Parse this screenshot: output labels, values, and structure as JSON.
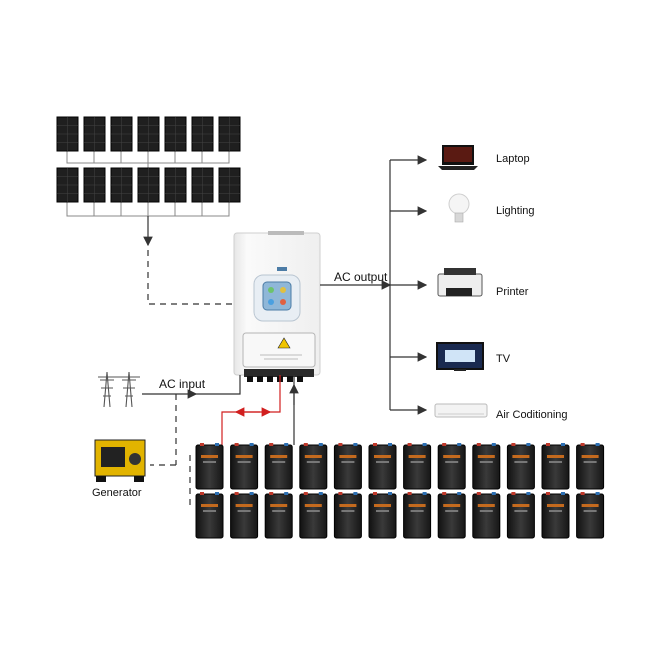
{
  "labels": {
    "ac_output": "AC output",
    "ac_input": "AC input",
    "generator": "Generator"
  },
  "loads": [
    {
      "label": "Laptop",
      "icon": "laptop-icon"
    },
    {
      "label": "Lighting",
      "icon": "light-bulb-icon"
    },
    {
      "label": "Printer",
      "icon": "printer-icon"
    },
    {
      "label": "TV",
      "icon": "tv-icon"
    },
    {
      "label": "Air Coditioning",
      "icon": "air-conditioner-icon"
    }
  ],
  "colors": {
    "panel": "#1f1f1f",
    "line": "#333333",
    "battery_link": "#d11f1f",
    "inverter_body": "#f4f4f4"
  }
}
